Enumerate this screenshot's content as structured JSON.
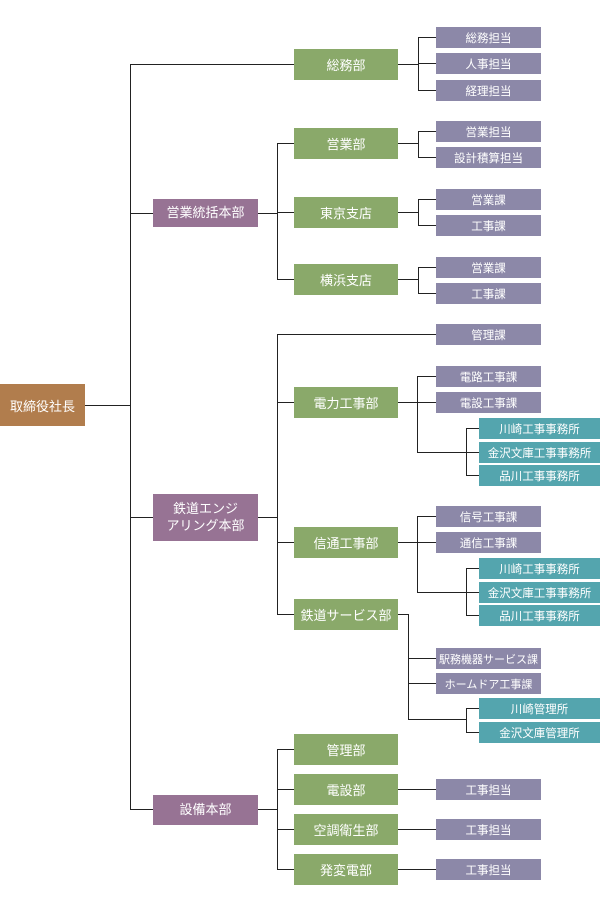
{
  "ceo": "取締役社長",
  "eigyo": {
    "hq": "営業統括本部",
    "somu": {
      "name": "総務部",
      "sections": [
        "総務担当",
        "人事担当",
        "経理担当"
      ]
    },
    "eigyobu": {
      "name": "営業部",
      "sections": [
        "営業担当",
        "設計積算担当"
      ]
    },
    "tokyo": {
      "name": "東京支店",
      "sections": [
        "営業課",
        "工事課"
      ]
    },
    "yokohama": {
      "name": "横浜支店",
      "sections": [
        "営業課",
        "工事課"
      ]
    }
  },
  "rail": {
    "hq_line1": "鉄道エンジ",
    "hq_line2": "アリング本部",
    "kanri": "管理課",
    "denryoku": {
      "name": "電力工事部",
      "sections": [
        "電路工事課",
        "電設工事課"
      ],
      "offices": [
        "川崎工事事務所",
        "金沢文庫工事事務所",
        "品川工事事務所"
      ]
    },
    "shintsu": {
      "name": "信通工事部",
      "sections": [
        "信号工事課",
        "通信工事課"
      ],
      "offices": [
        "川崎工事事務所",
        "金沢文庫工事事務所",
        "品川工事事務所"
      ]
    },
    "service": {
      "name": "鉄道サービス部",
      "sections": [
        "駅務機器サービス課",
        "ホームドア工事課"
      ],
      "offices": [
        "川崎管理所",
        "金沢文庫管理所"
      ]
    }
  },
  "setsubi": {
    "hq": "設備本部",
    "kanribu": "管理部",
    "densetsu": {
      "name": "電設部",
      "section": "工事担当"
    },
    "kucho": {
      "name": "空調衛生部",
      "section": "工事担当"
    },
    "hatsuhen": {
      "name": "発変電部",
      "section": "工事担当"
    }
  }
}
